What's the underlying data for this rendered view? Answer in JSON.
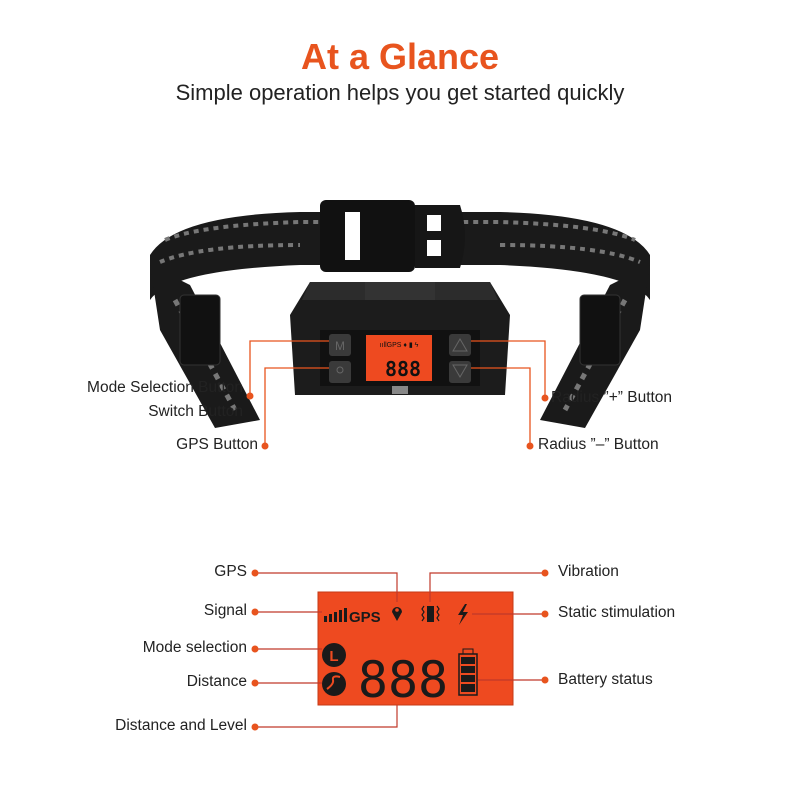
{
  "header": {
    "title": "At a Glance",
    "subtitle": "Simple operation helps you get started quickly"
  },
  "device_callouts": {
    "mode_selection": "Mode Selection Button",
    "switch": "Switch Button",
    "gps": "GPS Button",
    "radius_plus": "Radius ”+” Button",
    "radius_minus": "Radius ”–” Button"
  },
  "lcd_callouts": {
    "gps": "GPS",
    "signal": "Signal",
    "mode_selection": "Mode selection",
    "distance": "Distance",
    "distance_level": "Distance and Level",
    "vibration": "Vibration",
    "static": "Static stimulation",
    "battery": "Battery status"
  },
  "lcd": {
    "gps_text": "GPS",
    "digits": "888",
    "mode_letter": "L"
  },
  "colors": {
    "accent": "#e8541e",
    "lcd": "#ee4a20",
    "callout_line": "#c0392b"
  }
}
